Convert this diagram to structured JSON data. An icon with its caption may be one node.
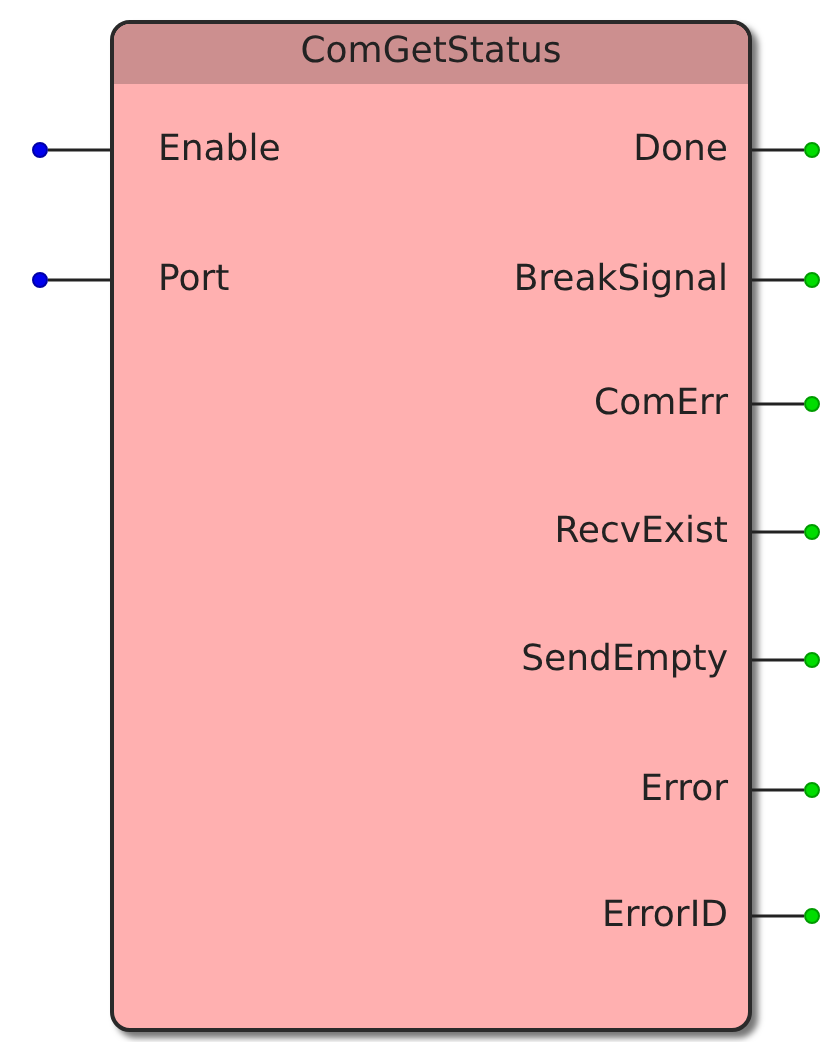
{
  "diagram": {
    "nodes": [
      {
        "text": [
          "ComGetStatus"
        ]
      },
      {
        "text": [],
        "shape": "circle"
      },
      {
        "text": [],
        "shape": "circle"
      },
      {
        "text": [],
        "shape": "circle"
      },
      {
        "text": [],
        "shape": "circle"
      },
      {
        "text": [],
        "shape": "circle"
      },
      {
        "text": [],
        "shape": "circle"
      },
      {
        "text": [],
        "shape": "circle"
      },
      {
        "text": [],
        "shape": "circle"
      },
      {
        "text": [],
        "shape": "circle"
      }
    ],
    "edges": [
      {
        "from": 1,
        "to": 0,
        "arrow": "none"
      },
      {
        "from": 2,
        "to": 0,
        "arrow": "none"
      },
      {
        "from": 0,
        "to": 3,
        "arrow": "none"
      },
      {
        "from": 0,
        "to": 4,
        "arrow": "none"
      },
      {
        "from": 0,
        "to": 5,
        "arrow": "none"
      },
      {
        "from": 0,
        "to": 6,
        "arrow": "none"
      },
      {
        "from": 0,
        "to": 7,
        "arrow": "none"
      },
      {
        "from": 0,
        "to": 8,
        "arrow": "none"
      },
      {
        "from": 0,
        "to": 9,
        "arrow": "none"
      }
    ],
    "labels": [
      "Enable",
      "Done",
      "Port",
      "BreakSignal",
      "ComErr",
      "RecvExist",
      "SendEmpty",
      "Error",
      "ErrorID"
    ]
  }
}
